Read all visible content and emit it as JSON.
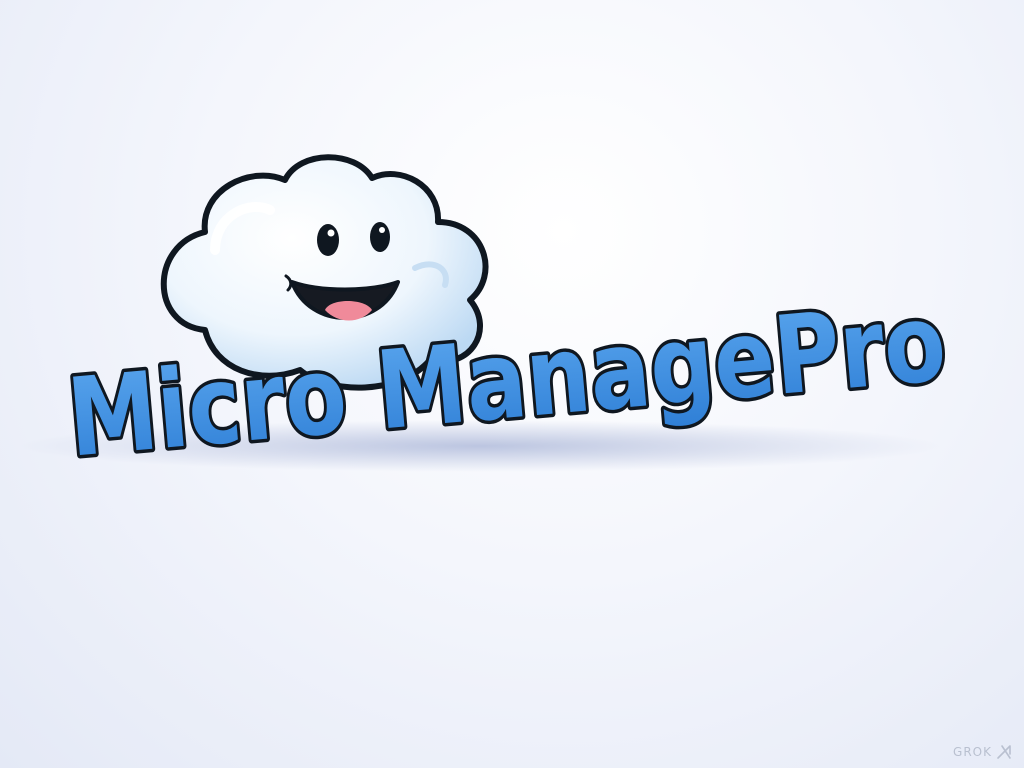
{
  "logo": {
    "wordmark": "Micro ManagePro",
    "mascot": "cloud-mascot",
    "colors": {
      "letter_fill": "#3f8fe0",
      "letter_outline": "#101820",
      "cloud_fill": "#eef6fd",
      "cloud_shade": "#bcd9f3",
      "tongue": "#f08a9a"
    }
  },
  "watermark": {
    "label": "GROK",
    "icon": "grok-icon"
  }
}
